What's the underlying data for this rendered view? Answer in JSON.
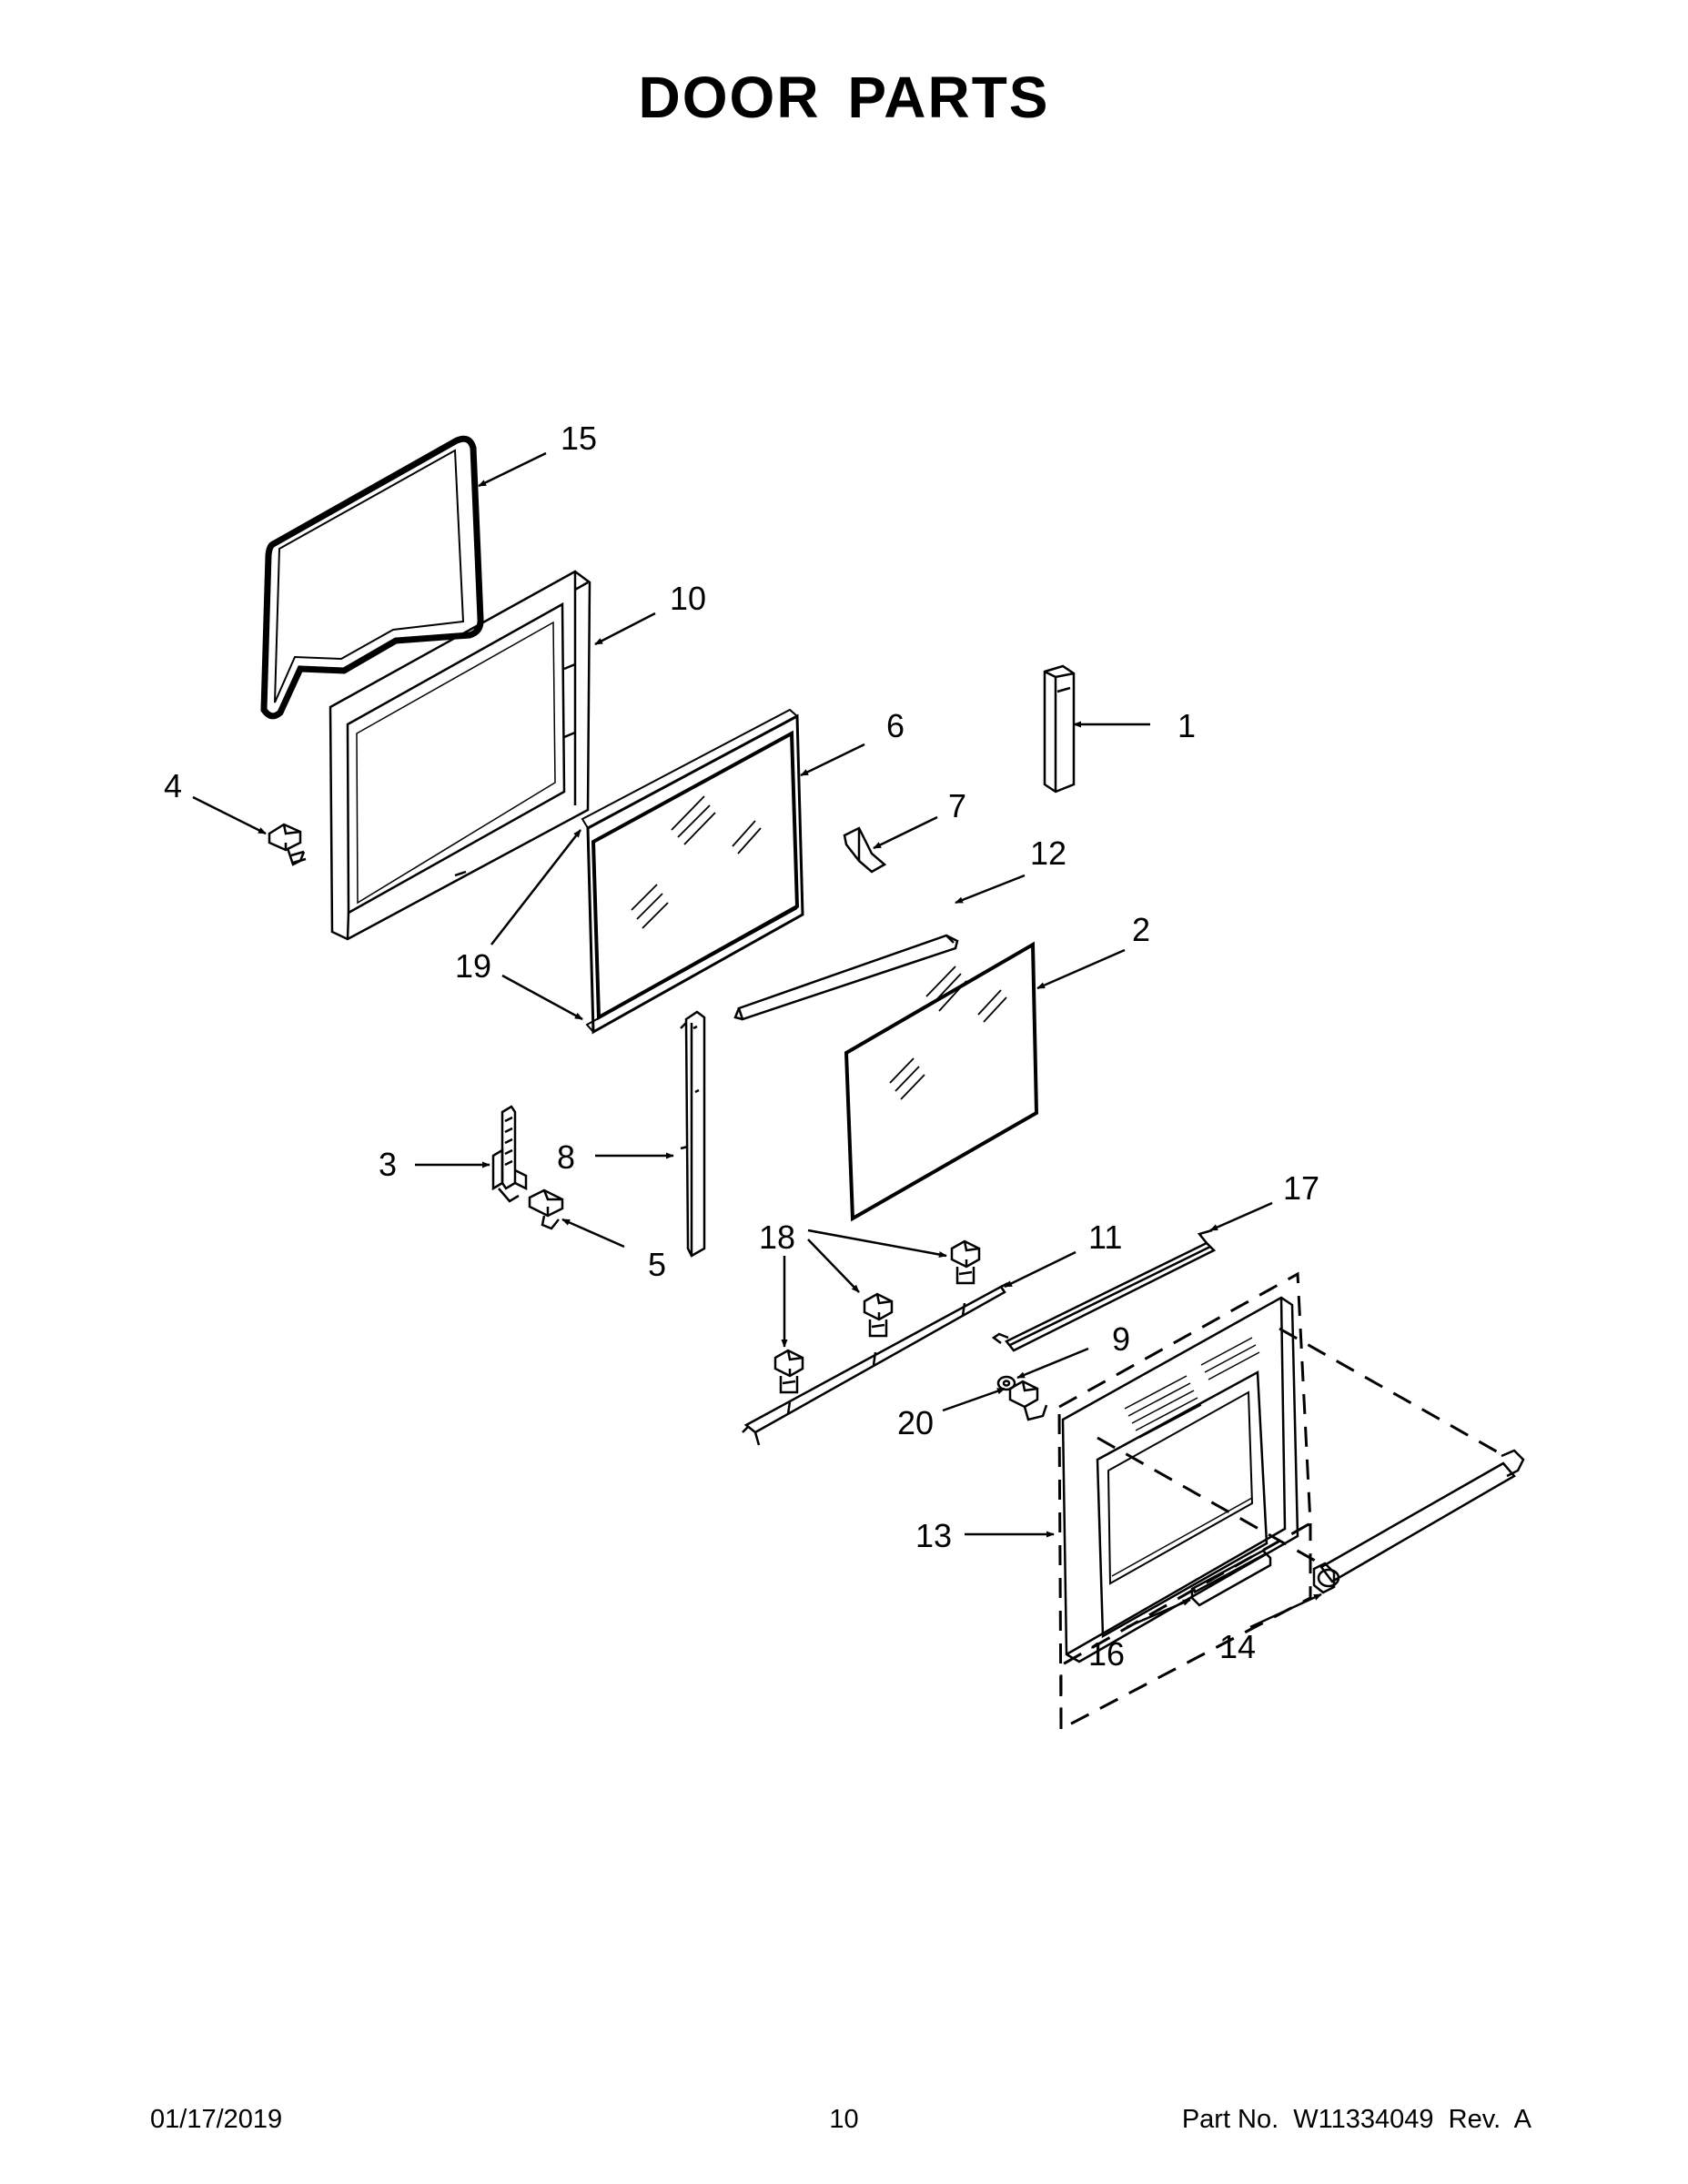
{
  "header": {
    "title": "DOOR PARTS"
  },
  "callouts": [
    "1",
    "2",
    "3",
    "4",
    "5",
    "6",
    "7",
    "8",
    "9",
    "10",
    "11",
    "12",
    "13",
    "14",
    "15",
    "16",
    "17",
    "18",
    "19",
    "20"
  ],
  "footer": {
    "date": "01/17/2019",
    "page_number": "10",
    "part_info": "Part No.  W11334049  Rev.  A"
  }
}
